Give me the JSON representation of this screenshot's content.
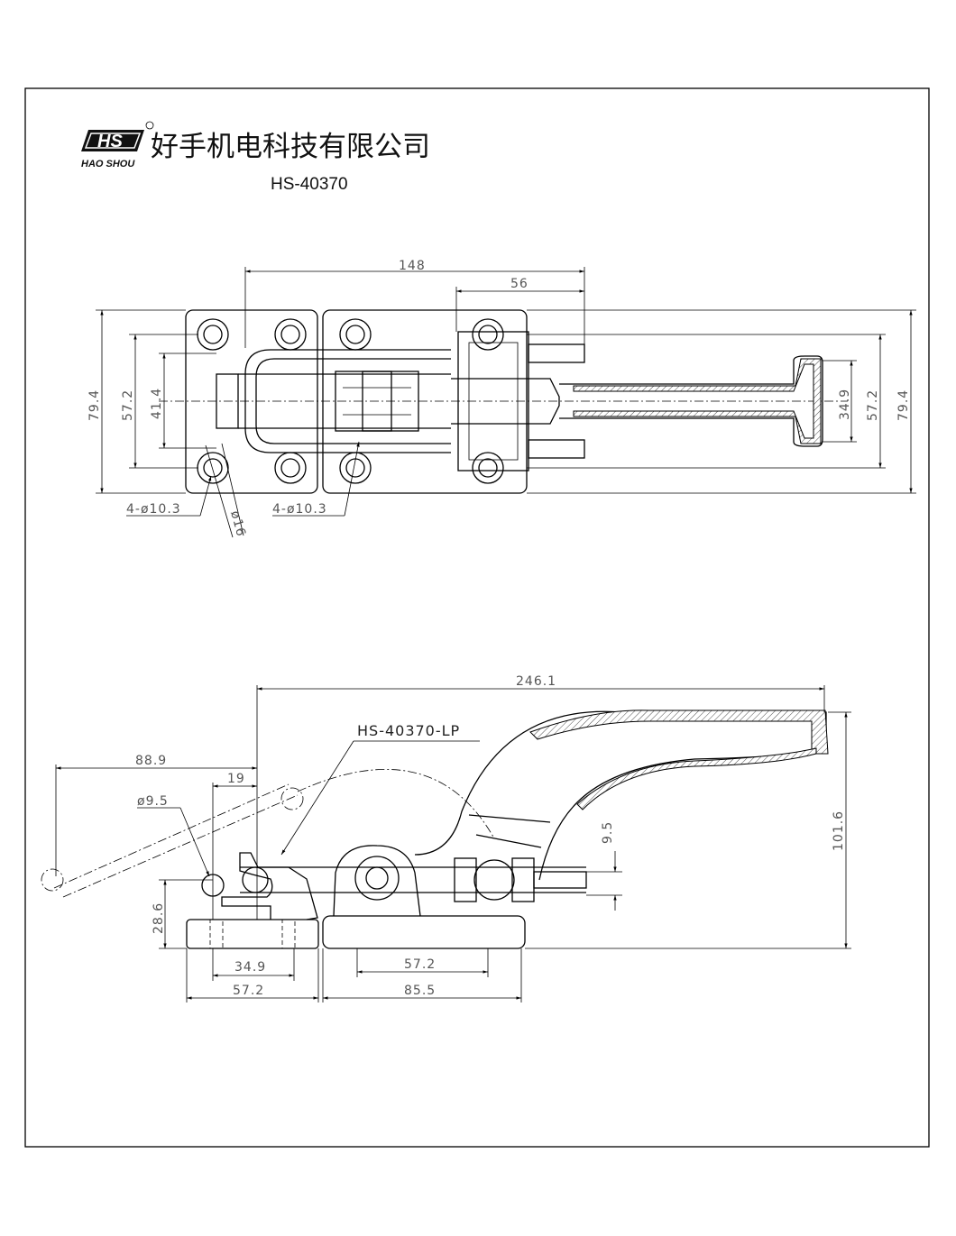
{
  "header": {
    "logo_letters": "HS",
    "brand_name": "HAO SHOU",
    "company_name": "好手机电科技有限公司",
    "model_number": "HS-40370"
  },
  "top_view": {
    "dim_overall_length": "148",
    "dim_handle_offset": "56",
    "dim_left_79_4": "79.4",
    "dim_left_57_2": "57.2",
    "dim_left_41_4": "41.4",
    "dim_right_34_9": "34.9",
    "dim_right_57_2": "57.2",
    "dim_right_79_4": "79.4",
    "hole_callout_left": "4-ø10.3",
    "hole_callout_right": "4-ø10.3",
    "pin_diameter": "ø16"
  },
  "side_view": {
    "dim_total_length": "246.1",
    "part_label": "HS-40370-LP",
    "dim_88_9": "88.9",
    "dim_19": "19",
    "dim_pin": "ø9.5",
    "dim_height_28_6": "28.6",
    "dim_9_5": "9.5",
    "dim_height_101_6": "101.6",
    "dim_base_34_9": "34.9",
    "dim_base_57_2": "57.2",
    "dim_body_57_2": "57.2",
    "dim_body_85_5": "85.5"
  }
}
